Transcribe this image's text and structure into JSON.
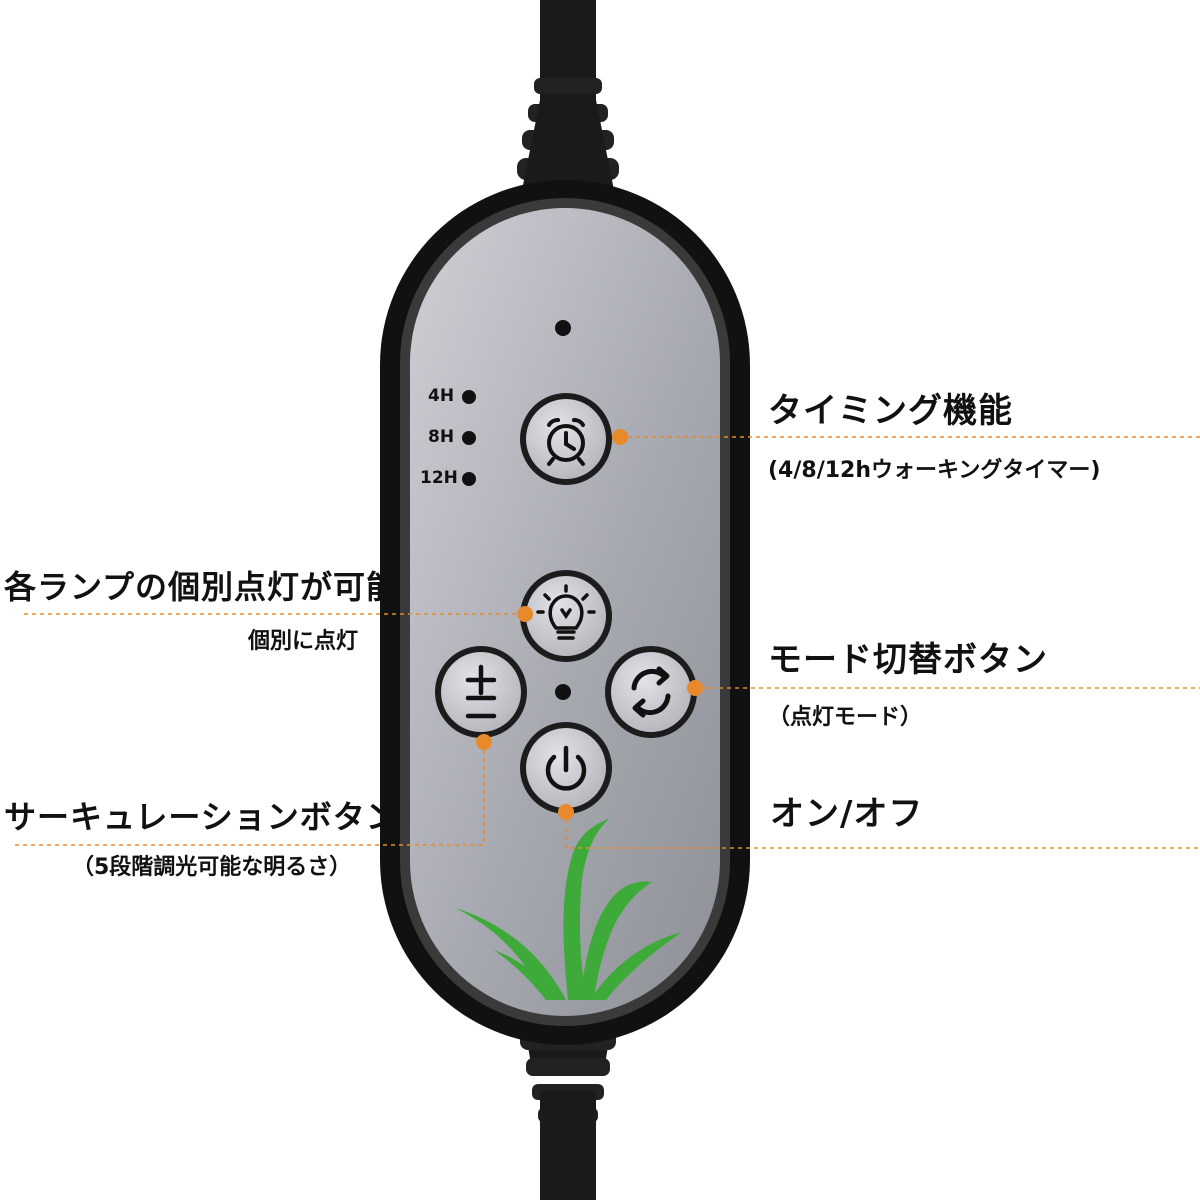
{
  "timer_levels": [
    "4H",
    "8H",
    "12H"
  ],
  "callouts": {
    "timing": {
      "title": "タイミング機能",
      "subtitle": "(4/8/12hウォーキングタイマー)"
    },
    "individual": {
      "title": "各ランプの個別点灯が可能",
      "subtitle": "個別に点灯"
    },
    "mode": {
      "title": "モード切替ボタン",
      "subtitle": "（点灯モード）"
    },
    "onoff": {
      "title": "オン/オフ"
    },
    "circulation": {
      "title": "サーキュレーションボタン",
      "subtitle": "（5段階調光可能な明るさ）"
    }
  },
  "icons": {
    "timer_button": "alarm-clock-icon",
    "light_button": "light-bulb-icon",
    "dimmer_button": "plus-minus-icon",
    "mode_button": "cycle-arrows-icon",
    "power_button": "power-icon"
  },
  "colors": {
    "leader_line": "#E8892B",
    "remote_body": "#A9ABB2",
    "cable": "#1A1A1A",
    "plant": "#3DAA3A"
  }
}
